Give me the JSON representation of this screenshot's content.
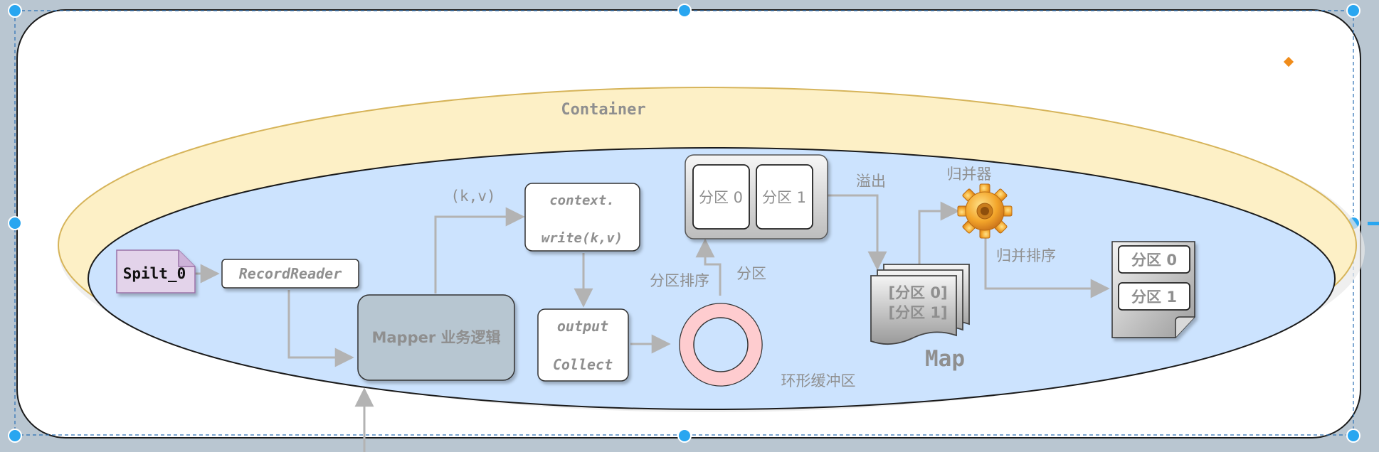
{
  "container_label": "Container",
  "map_label": "Map",
  "split_label": "Spilt_0",
  "record_reader_label": "RecordReader",
  "kv_label": "(k,v)",
  "context_write": {
    "line1": "context.",
    "line2": "write(k,v)"
  },
  "mapper_label": "Mapper 业务逻辑",
  "output_collect": {
    "line1": "output",
    "line2": "Collect"
  },
  "ring_buffer_label": "环形缓冲区",
  "partition_sort_label": "分区排序",
  "partition_label": "分区",
  "spill_label": "溢出",
  "spill_partitions": [
    "分区 0",
    "分区 1"
  ],
  "merger_label": "归并器",
  "merge_sort_label": "归并排序",
  "doc_stack": {
    "line1": "[分区 0]",
    "line2": "[分区 1]"
  },
  "output_partitions": [
    "分区 0",
    "分区 1"
  ],
  "colors": {
    "container_fill": "#fdf0c6",
    "container_stroke": "#d6b45a",
    "map_fill": "#cce3fe",
    "mapper_fill": "#b7c6d1",
    "ring_fill": "#fecccf",
    "split_fill": "#e3d3ea",
    "arrow": "#b3b3b3",
    "handle": "#29a6f0",
    "accent": "#f08c1a"
  }
}
